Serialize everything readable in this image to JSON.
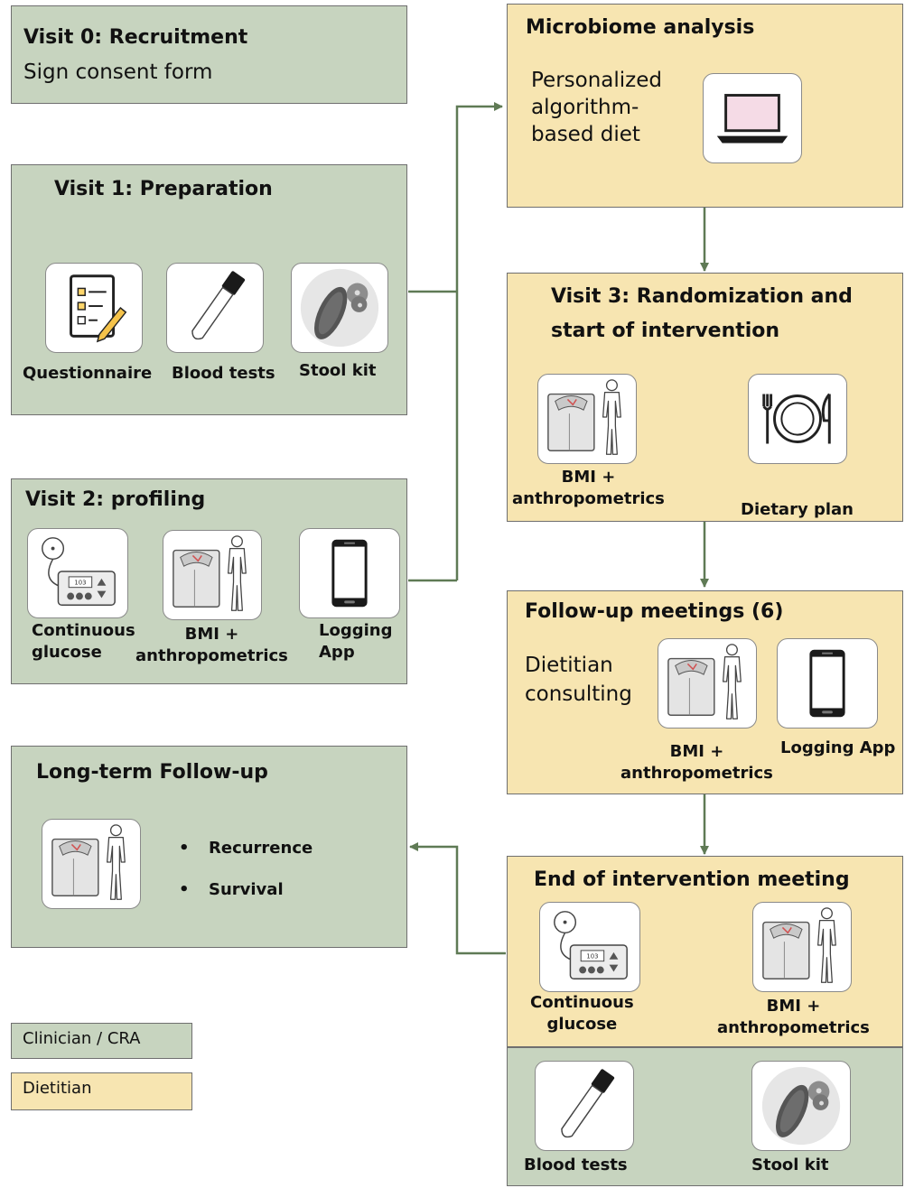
{
  "visit0": {
    "title": "Visit 0: Recruitment",
    "text": "Sign consent form"
  },
  "visit1": {
    "title": "Visit 1: Preparation",
    "items": [
      "Questionnaire",
      "Blood tests",
      "Stool kit"
    ]
  },
  "visit2": {
    "title": "Visit 2: profiling",
    "items": [
      "Continuous\nglucose",
      "BMI +\nanthropometrics",
      "Logging\nApp"
    ]
  },
  "longterm": {
    "title": "Long-term Follow-up",
    "bullets": [
      "Recurrence",
      "Survival"
    ]
  },
  "legend": [
    {
      "label": "Clinician / CRA",
      "color": "#c7d4bf"
    },
    {
      "label": "Dietitian",
      "color": "#f7e5b1"
    }
  ],
  "microbiome": {
    "title": "Microbiome  analysis",
    "text": "Personalized\nalgorithm-\nbased diet"
  },
  "visit3": {
    "title_line1": "Visit 3: Randomization  and",
    "title_line2": "start  of intervention",
    "items": [
      "BMI +\nanthropometrics",
      "Dietary plan"
    ]
  },
  "followup": {
    "title": "Follow-up  meetings (6)",
    "text": "Dietitian\nconsulting",
    "items": [
      "BMI +\nanthropometrics",
      "Logging App"
    ]
  },
  "end": {
    "title": "End of intervention  meeting",
    "items": [
      "Continuous\nglucose",
      "BMI +\nanthropometrics",
      "Blood tests",
      "Stool kit"
    ]
  },
  "icons": [
    "questionnaire-icon",
    "blood-tube-icon",
    "bacteria-icon",
    "glucose-monitor-icon",
    "scale-body-icon",
    "smartphone-icon",
    "laptop-icon",
    "plate-cutlery-icon"
  ],
  "colors": {
    "clinician": "#c7d4bf",
    "dietitian": "#f7e5b1",
    "arrow": "#5f7a55"
  }
}
